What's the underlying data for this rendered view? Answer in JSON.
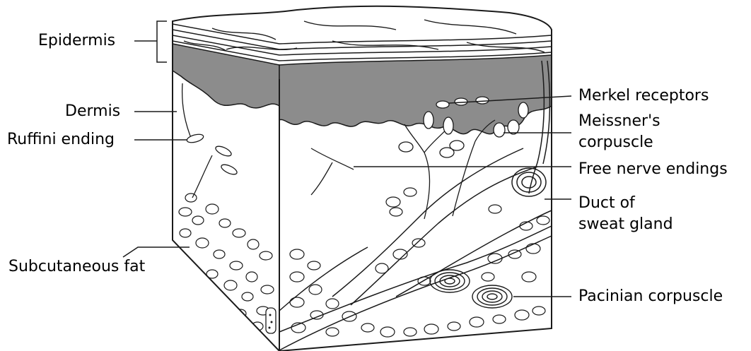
{
  "labels": {
    "epidermis": "Epidermis",
    "dermis": "Dermis",
    "ruffini": "Ruffini ending",
    "subcutaneous": "Subcutaneous fat",
    "merkel": "Merkel receptors",
    "meissner_1": "Meissner's",
    "meissner_2": "corpuscle",
    "free_nerve": "Free nerve endings",
    "duct_1": "Duct of",
    "duct_2": "sweat gland",
    "pacinian": "Pacinian corpuscle"
  },
  "colors": {
    "ink": "#1a1a1a",
    "dermal_layer": "#8c8c8c",
    "background": "#ffffff"
  }
}
